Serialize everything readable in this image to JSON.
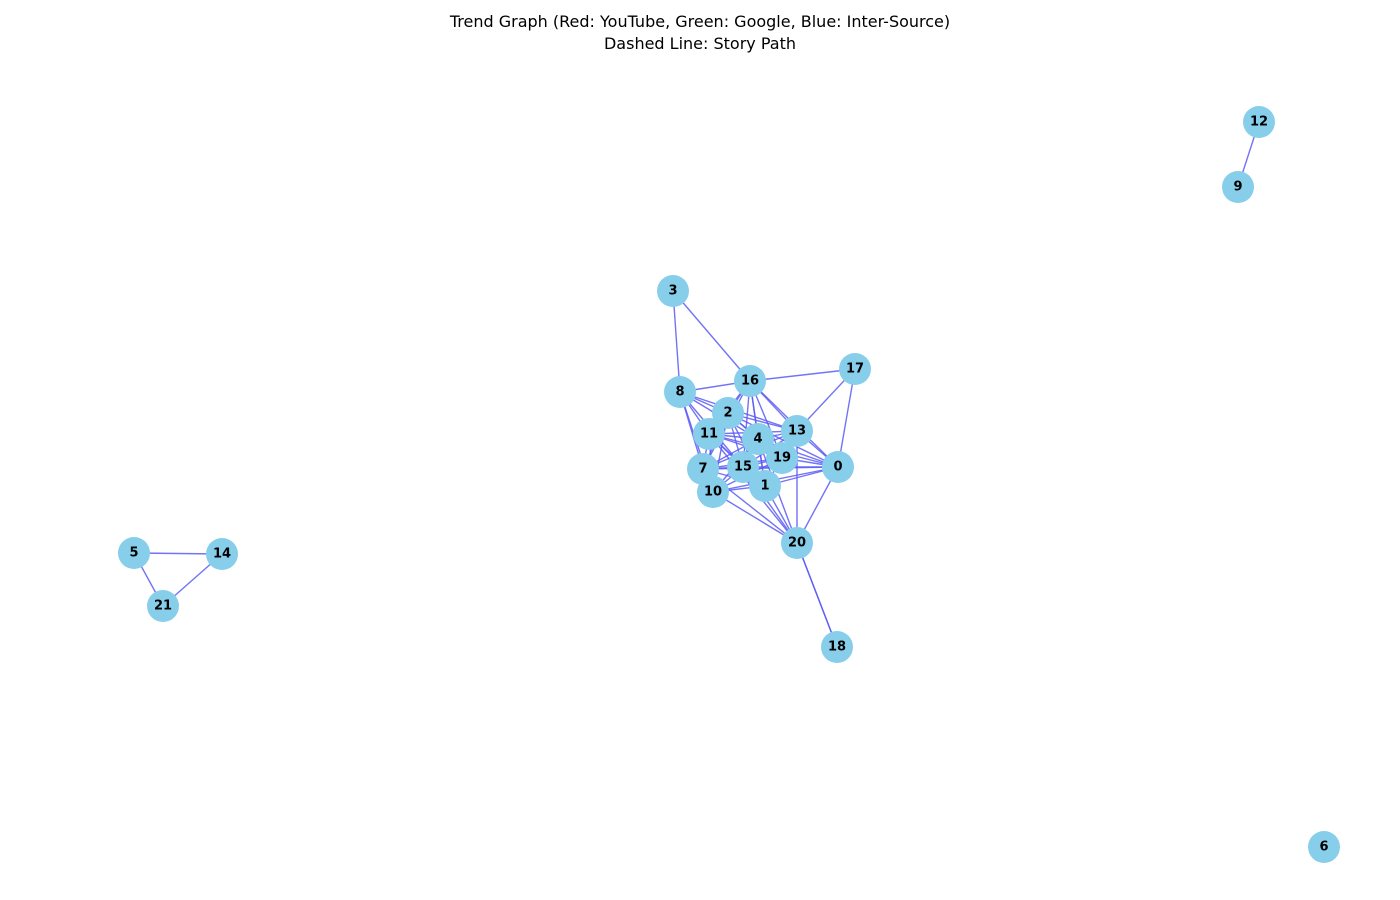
{
  "title": {
    "line1": "Trend Graph (Red: YouTube, Green: Google, Blue: Inter-Source)",
    "line2": "Dashed Line: Story Path"
  },
  "colors": {
    "node_fill": "#87ceeb",
    "edge_inter_source": "#5a5af5",
    "background": "#ffffff"
  },
  "graph": {
    "nodes": [
      "0",
      "1",
      "2",
      "3",
      "4",
      "5",
      "6",
      "7",
      "8",
      "9",
      "10",
      "11",
      "12",
      "13",
      "14",
      "15",
      "16",
      "17",
      "18",
      "19",
      "20",
      "21"
    ],
    "edges": [
      [
        "12",
        "9"
      ],
      [
        "5",
        "14"
      ],
      [
        "5",
        "21"
      ],
      [
        "14",
        "21"
      ],
      [
        "3",
        "8"
      ],
      [
        "3",
        "16"
      ],
      [
        "16",
        "17"
      ],
      [
        "16",
        "8"
      ],
      [
        "16",
        "2"
      ],
      [
        "16",
        "11"
      ],
      [
        "16",
        "4"
      ],
      [
        "16",
        "13"
      ],
      [
        "16",
        "19"
      ],
      [
        "16",
        "15"
      ],
      [
        "16",
        "1"
      ],
      [
        "16",
        "7"
      ],
      [
        "16",
        "0"
      ],
      [
        "17",
        "13"
      ],
      [
        "17",
        "0"
      ],
      [
        "8",
        "2"
      ],
      [
        "8",
        "11"
      ],
      [
        "8",
        "7"
      ],
      [
        "8",
        "4"
      ],
      [
        "8",
        "15"
      ],
      [
        "8",
        "10"
      ],
      [
        "8",
        "13"
      ],
      [
        "2",
        "11"
      ],
      [
        "2",
        "4"
      ],
      [
        "2",
        "13"
      ],
      [
        "2",
        "15"
      ],
      [
        "2",
        "7"
      ],
      [
        "2",
        "19"
      ],
      [
        "2",
        "1"
      ],
      [
        "2",
        "10"
      ],
      [
        "2",
        "0"
      ],
      [
        "11",
        "4"
      ],
      [
        "11",
        "13"
      ],
      [
        "11",
        "15"
      ],
      [
        "11",
        "7"
      ],
      [
        "11",
        "19"
      ],
      [
        "11",
        "1"
      ],
      [
        "11",
        "10"
      ],
      [
        "11",
        "0"
      ],
      [
        "11",
        "20"
      ],
      [
        "4",
        "13"
      ],
      [
        "4",
        "15"
      ],
      [
        "4",
        "19"
      ],
      [
        "4",
        "7"
      ],
      [
        "4",
        "1"
      ],
      [
        "4",
        "10"
      ],
      [
        "4",
        "0"
      ],
      [
        "4",
        "20"
      ],
      [
        "13",
        "19"
      ],
      [
        "13",
        "0"
      ],
      [
        "13",
        "15"
      ],
      [
        "13",
        "7"
      ],
      [
        "13",
        "20"
      ],
      [
        "15",
        "19"
      ],
      [
        "15",
        "1"
      ],
      [
        "15",
        "7"
      ],
      [
        "15",
        "10"
      ],
      [
        "15",
        "0"
      ],
      [
        "15",
        "20"
      ],
      [
        "19",
        "0"
      ],
      [
        "19",
        "1"
      ],
      [
        "19",
        "7"
      ],
      [
        "19",
        "10"
      ],
      [
        "7",
        "10"
      ],
      [
        "7",
        "1"
      ],
      [
        "7",
        "0"
      ],
      [
        "7",
        "20"
      ],
      [
        "10",
        "1"
      ],
      [
        "10",
        "0"
      ],
      [
        "10",
        "20"
      ],
      [
        "1",
        "0"
      ],
      [
        "1",
        "20"
      ],
      [
        "0",
        "20"
      ],
      [
        "20",
        "18"
      ],
      [
        "20",
        "18"
      ]
    ]
  }
}
